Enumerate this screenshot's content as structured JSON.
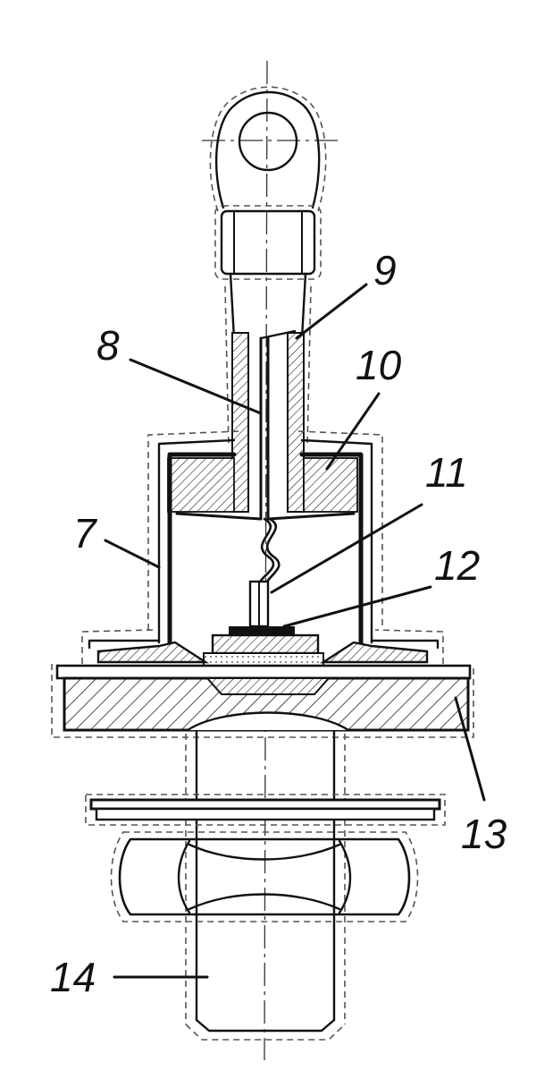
{
  "diagram": {
    "callouts": [
      {
        "id": "7",
        "label": "7"
      },
      {
        "id": "8",
        "label": "8"
      },
      {
        "id": "9",
        "label": "9"
      },
      {
        "id": "10",
        "label": "10"
      },
      {
        "id": "11",
        "label": "11"
      },
      {
        "id": "12",
        "label": "12"
      },
      {
        "id": "13",
        "label": "13"
      },
      {
        "id": "14",
        "label": "14"
      }
    ]
  }
}
